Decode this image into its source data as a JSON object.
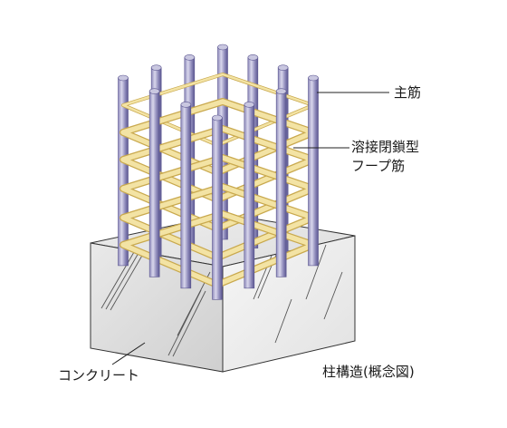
{
  "labels": {
    "main_rebar": "主筋",
    "hoop_line1": "溶接閉鎖型",
    "hoop_line2": "フープ筋",
    "concrete": "コンクリート",
    "caption": "柱構造(概念図)"
  },
  "colors": {
    "rebar_light": "#c9c7e0",
    "rebar_mid": "#8f8bbb",
    "rebar_dark": "#5b5690",
    "hoop": "#f3e3a4",
    "hoop_edge": "#c9a94e",
    "concrete_top": "#e7e7e7",
    "concrete_left": "#dcdcdc",
    "concrete_right": "#f1f1f1",
    "outline": "#333333",
    "leader": "#222222"
  }
}
